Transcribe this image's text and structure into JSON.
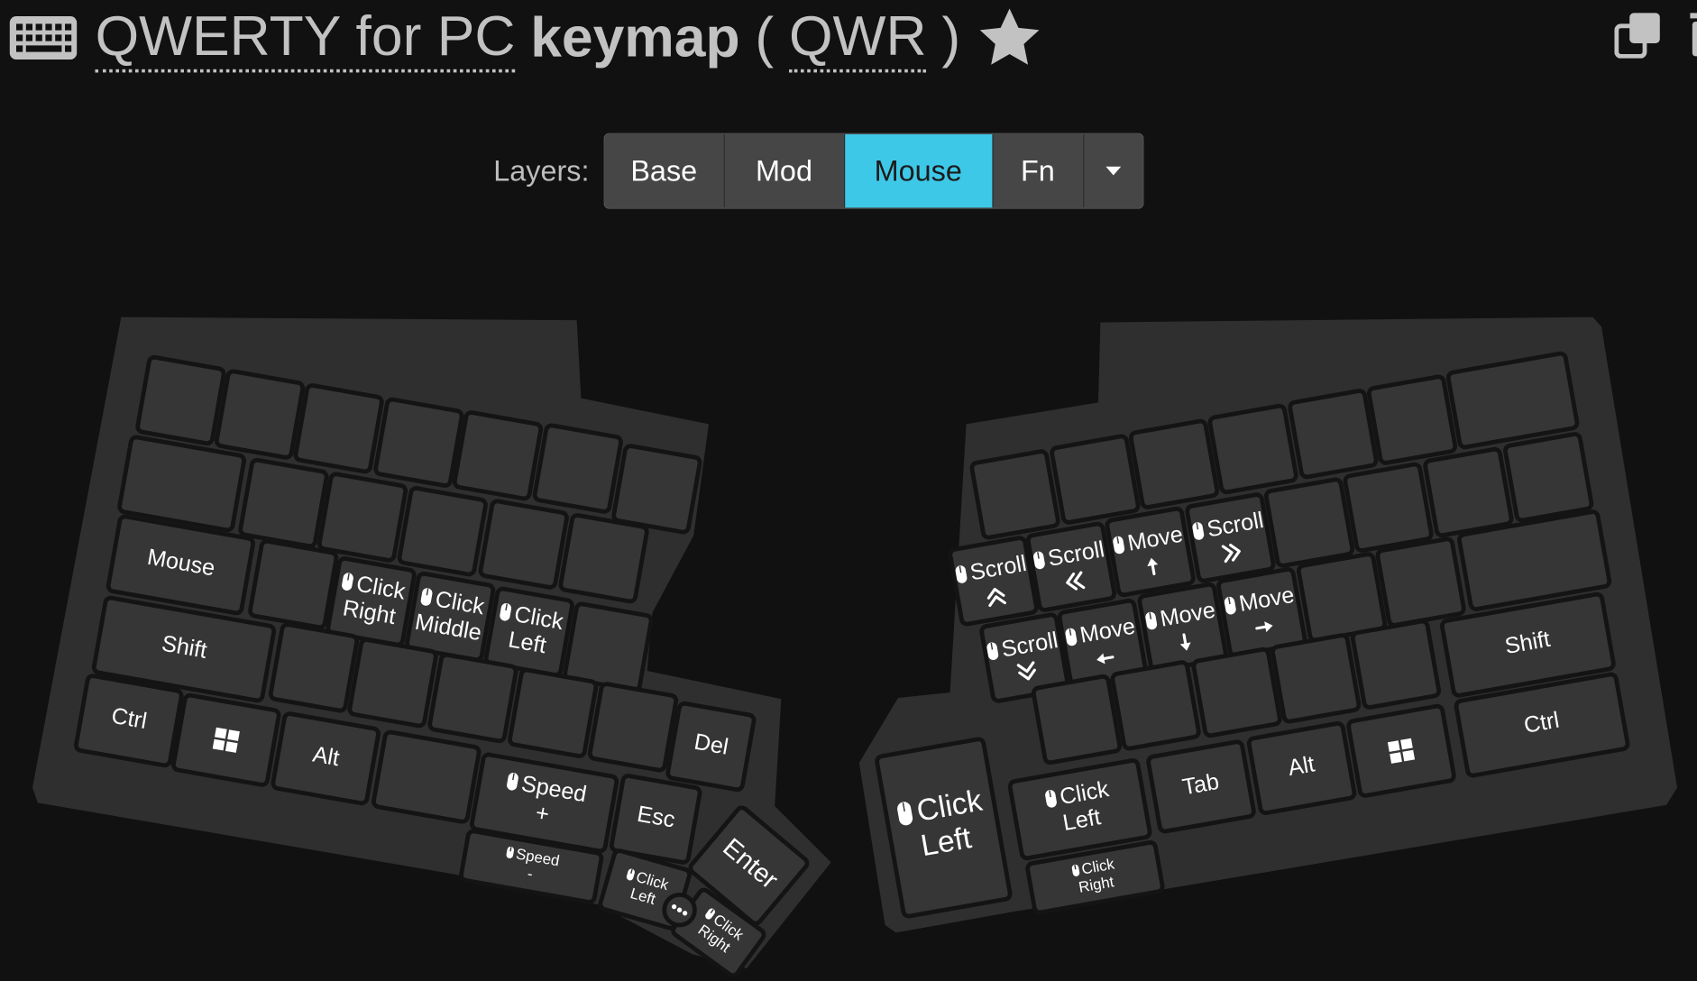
{
  "header": {
    "title_name": "QWERTY for PC",
    "keymap_word": "keymap",
    "paren_open": "(",
    "short_code": "QWR",
    "paren_close": ")",
    "icons": [
      "keyboard-icon",
      "star-icon",
      "copy-icon",
      "trash-icon"
    ]
  },
  "layers": {
    "label": "Layers:",
    "items": [
      {
        "label": "Base"
      },
      {
        "label": "Mod"
      },
      {
        "label": "Mouse"
      },
      {
        "label": "Fn"
      }
    ],
    "active": "Mouse",
    "accent": "#3ec8e8",
    "more_icon": "caret-down-icon"
  },
  "left": {
    "keys": [
      {
        "lines": []
      },
      {
        "lines": []
      },
      {
        "lines": []
      },
      {
        "lines": []
      },
      {
        "lines": []
      },
      {
        "lines": []
      },
      {
        "lines": []
      },
      {
        "lines": []
      },
      {
        "lines": []
      },
      {
        "lines": []
      },
      {
        "lines": []
      },
      {
        "lines": []
      },
      {
        "lines": []
      },
      {
        "lines": [
          "Mouse"
        ]
      },
      {
        "lines": []
      },
      {
        "lines": [
          "Click",
          "Right"
        ],
        "icon": "mouse-icon"
      },
      {
        "lines": [
          "Click",
          "Middle"
        ],
        "icon": "mouse-icon"
      },
      {
        "lines": [
          "Click",
          "Left"
        ],
        "icon": "mouse-icon"
      },
      {
        "lines": []
      },
      {
        "lines": [
          "Shift"
        ]
      },
      {
        "lines": []
      },
      {
        "lines": []
      },
      {
        "lines": []
      },
      {
        "lines": []
      },
      {
        "lines": []
      },
      {
        "lines": [
          "Del"
        ]
      },
      {
        "lines": [
          "Ctrl"
        ]
      },
      {
        "lines": [],
        "icon": "windows-icon"
      },
      {
        "lines": [
          "Alt"
        ]
      },
      {
        "lines": []
      },
      {
        "lines": [
          "Speed",
          "+"
        ],
        "icon": "mouse-icon"
      },
      {
        "lines": [
          "Esc"
        ]
      },
      {
        "lines": [
          "Speed",
          "-"
        ],
        "icon": "mouse-icon"
      },
      {
        "lines": [
          "Click",
          "Left"
        ],
        "icon": "mouse-icon"
      },
      {
        "lines": [
          "Click",
          "Right"
        ],
        "icon": "mouse-icon"
      },
      {
        "lines": [
          "Enter"
        ]
      }
    ]
  },
  "right": {
    "keys": [
      {
        "lines": []
      },
      {
        "lines": []
      },
      {
        "lines": []
      },
      {
        "lines": []
      },
      {
        "lines": []
      },
      {
        "lines": []
      },
      {
        "lines": []
      },
      {
        "lines": [
          "Scroll"
        ],
        "icon": "mouse-icon",
        "arrow": "chevron-double-up"
      },
      {
        "lines": [
          "Scroll"
        ],
        "icon": "mouse-icon",
        "arrow": "chevron-double-left"
      },
      {
        "lines": [
          "Move"
        ],
        "icon": "mouse-icon",
        "arrow": "arrow-up"
      },
      {
        "lines": [
          "Scroll"
        ],
        "icon": "mouse-icon",
        "arrow": "chevron-double-right"
      },
      {
        "lines": []
      },
      {
        "lines": []
      },
      {
        "lines": []
      },
      {
        "lines": []
      },
      {
        "lines": [
          "Scroll"
        ],
        "icon": "mouse-icon",
        "arrow": "chevron-double-down"
      },
      {
        "lines": [
          "Move"
        ],
        "icon": "mouse-icon",
        "arrow": "arrow-left"
      },
      {
        "lines": [
          "Move"
        ],
        "icon": "mouse-icon",
        "arrow": "arrow-down"
      },
      {
        "lines": [
          "Move"
        ],
        "icon": "mouse-icon",
        "arrow": "arrow-right"
      },
      {
        "lines": []
      },
      {
        "lines": []
      },
      {
        "lines": []
      },
      {
        "lines": []
      },
      {
        "lines": []
      },
      {
        "lines": []
      },
      {
        "lines": []
      },
      {
        "lines": []
      },
      {
        "lines": [
          "Shift"
        ]
      },
      {
        "lines": [
          "Click",
          "Left"
        ],
        "icon": "mouse-icon"
      },
      {
        "lines": [
          "Click",
          "Left"
        ],
        "icon": "mouse-icon"
      },
      {
        "lines": [
          "Tab"
        ]
      },
      {
        "lines": [
          "Alt"
        ]
      },
      {
        "lines": [],
        "icon": "windows-icon"
      },
      {
        "lines": [
          "Ctrl"
        ]
      },
      {
        "lines": [
          "Click",
          "Right"
        ],
        "icon": "mouse-icon"
      }
    ]
  }
}
